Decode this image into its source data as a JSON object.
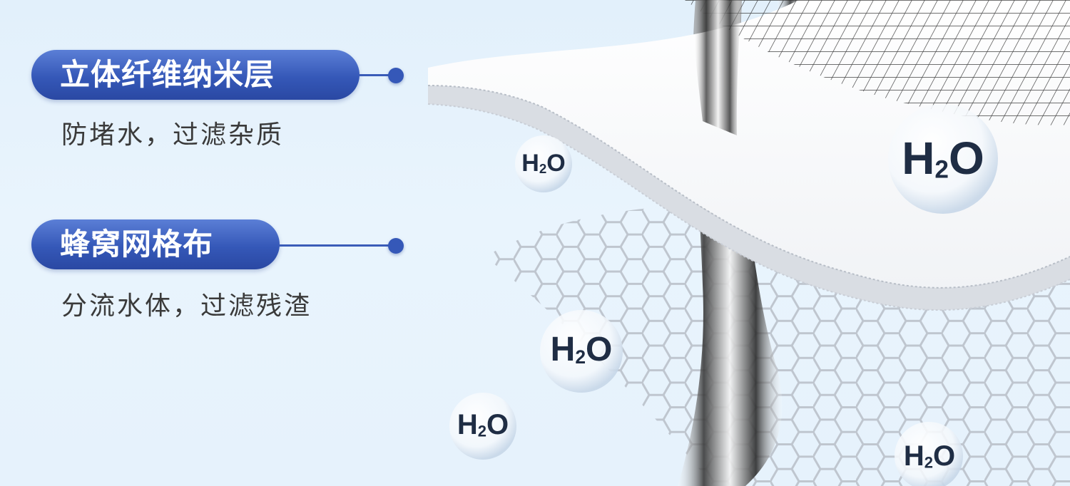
{
  "features": [
    {
      "title": "立体纤维纳米层",
      "description": "防堵水，过滤杂质"
    },
    {
      "title": "蜂窝网格布",
      "description": "分流水体，过滤残渣"
    }
  ],
  "bubbles": [
    {
      "h": "H",
      "sub": "2",
      "o": "O"
    },
    {
      "h": "H",
      "sub": "2",
      "o": "O"
    },
    {
      "h": "H",
      "sub": "2",
      "o": "O"
    },
    {
      "h": "H",
      "sub": "2",
      "o": "O"
    },
    {
      "h": "H",
      "sub": "2",
      "o": "O"
    }
  ],
  "colors": {
    "accent": "#3558b8",
    "background": "#e6f2fc",
    "text": "#3a3a3a",
    "bubble_text": "#1f2d44"
  }
}
